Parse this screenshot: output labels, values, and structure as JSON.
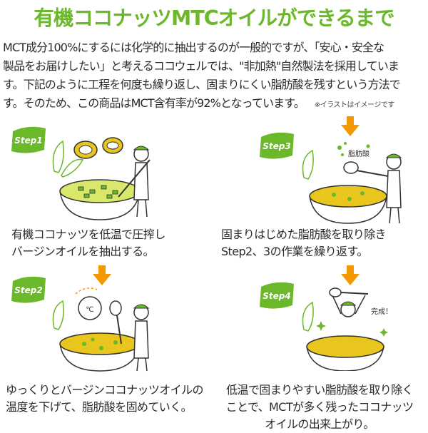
{
  "title": "有機ココナッツMTCオイルができるまで",
  "intro": {
    "lines": [
      "MCT成分100%にするには化学的に抽出するのが一般的ですが、「安心・安全な",
      "製品をお届けしたい」と考えるココウェルでは、\"非加熱\"自然製法を採用していま",
      "す。下記のように工程を何度も繰り返し、固まりにくい脂肪酸を残すという方法で",
      "す。そのため、この商品はMCT含有率が92%となっています。"
    ],
    "note": "※イラストはイメージです"
  },
  "colors": {
    "green": "#6bb82a",
    "orange": "#f39800",
    "yellow": "#e8c61e"
  },
  "steps": [
    {
      "badge": "Step1",
      "caption": [
        "有機ココナッツを低温で圧搾し",
        "バージンオイルを抽出する。"
      ]
    },
    {
      "badge": "Step3",
      "label": "脂肪酸",
      "caption": [
        "固まりはじめた脂肪酸を取り除き",
        "Step2、3の作業を繰り返す。"
      ]
    },
    {
      "badge": "Step2",
      "caption": [
        "ゆっくりとバージンココナッツオイルの",
        "温度を下げて、脂肪酸を固めていく。"
      ]
    },
    {
      "badge": "Step4",
      "label": "完成！",
      "caption": [
        "低温で固まりやすい脂肪酸を取り除く",
        "ことで、MCTが多く残ったココナッツ",
        "オイルの出来上がり。"
      ]
    }
  ]
}
